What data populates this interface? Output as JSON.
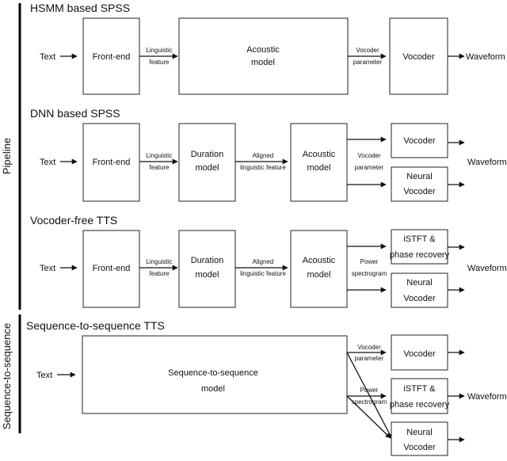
{
  "colors": {
    "line": "#111111",
    "box_border": "#222222",
    "background": "#ffffff"
  },
  "groups": {
    "pipeline": "Pipeline",
    "seq2seq": "Sequence-to-sequence"
  },
  "sections": {
    "hsmm": {
      "title": "HSMM based SPSS",
      "text": "Text",
      "frontend": "Front-end",
      "ling1": "Linguistic",
      "ling2": "feature",
      "acoustic1": "Acoustic",
      "acoustic2": "model",
      "vp1": "Vocoder",
      "vp2": "parameter",
      "vocoder": "Vocoder",
      "waveform": "Waveform"
    },
    "dnn": {
      "title": "DNN based SPSS",
      "text": "Text",
      "frontend": "Front-end",
      "ling1": "Linguistic",
      "ling2": "feature",
      "duration1": "Duration",
      "duration2": "model",
      "aligned1": "Aligned",
      "aligned2": "linguistic feature",
      "acoustic1": "Acoustic",
      "acoustic2": "model",
      "vp1": "Vocoder",
      "vp2": "parameter",
      "vocoder": "Vocoder",
      "neural1": "Neural",
      "neural2": "Vocoder",
      "waveform": "Waveform"
    },
    "vfree": {
      "title": "Vocoder-free TTS",
      "text": "Text",
      "frontend": "Front-end",
      "ling1": "Linguistic",
      "ling2": "feature",
      "duration1": "Duration",
      "duration2": "model",
      "aligned1": "Aligned",
      "aligned2": "linguistic feature",
      "acoustic1": "Acoustic",
      "acoustic2": "model",
      "ps1": "Power",
      "ps2": "spectrogram",
      "istft1": "iSTFT &",
      "istft2": "phase recovery",
      "neural1": "Neural",
      "neural2": "Vocoder",
      "waveform": "Waveform"
    },
    "s2s": {
      "title": "Sequence-to-sequence TTS",
      "text": "Text",
      "model1": "Sequence-to-sequence",
      "model2": "model",
      "vp1": "Vocoder",
      "vp2": "parameter",
      "ps1": "Power",
      "ps2": "spectrogram",
      "vocoder": "Vocoder",
      "istft1": "iSTFT &",
      "istft2": "phase recovery",
      "neural1": "Neural",
      "neural2": "Vocoder",
      "waveform": "Waveform"
    }
  }
}
